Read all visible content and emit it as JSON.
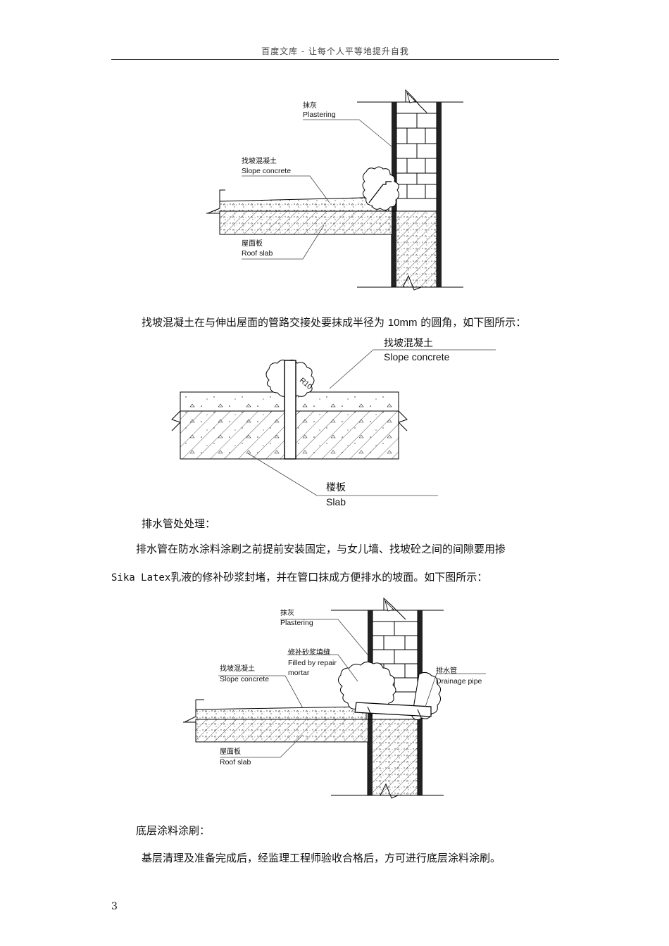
{
  "header": {
    "text": "百度文库 - 让每个人平等地提升自我"
  },
  "figure1": {
    "labels": {
      "plastering_cn": "抹灰",
      "plastering_en": "Plastering",
      "slope_cn": "找坡混凝土",
      "slope_en": "Slope concrete",
      "roof_cn": "屋面板",
      "roof_en": "Roof slab"
    }
  },
  "paragraph1": {
    "text_a": "找坡混凝土在与伸出屋面的管路交接处要抹成半径为 ",
    "text_b": "10mm",
    "text_c": " 的圆角，如下图所示："
  },
  "figure2": {
    "labels": {
      "slope_cn": "找坡混凝土",
      "slope_en": "Slope concrete",
      "slab_cn": "楼板",
      "slab_en": "Slab",
      "radius_mark": "R10"
    }
  },
  "heading_drain": "排水管处处理：",
  "paragraph2": {
    "line1": "排水管在防水涂料涂刷之前提前安装固定，与女儿墙、找坡砼之间的间隙要用掺",
    "line2_mono": "Sika Latex",
    "line2_rest": "乳液的修补砂浆封堵，并在管口抹成方便排水的坡面。如下图所示："
  },
  "figure3": {
    "labels": {
      "plastering_cn": "抹灰",
      "plastering_en": "Plastering",
      "repair_cn": "修补砂浆填缝",
      "repair_en1": "Filled by repair",
      "repair_en2": "mortar",
      "slope_cn": "找坡混凝土",
      "slope_en": "Slope concrete",
      "drain_cn": "排水管",
      "drain_en": "Drainage pipe",
      "roof_cn": "屋面板",
      "roof_en": "Roof slab"
    }
  },
  "heading_base": "底层涂料涂刷：",
  "paragraph3": {
    "text": "基层清理及准备完成后，经监理工程师验收合格后，方可进行底层涂料涂刷。"
  },
  "page_number": "3"
}
